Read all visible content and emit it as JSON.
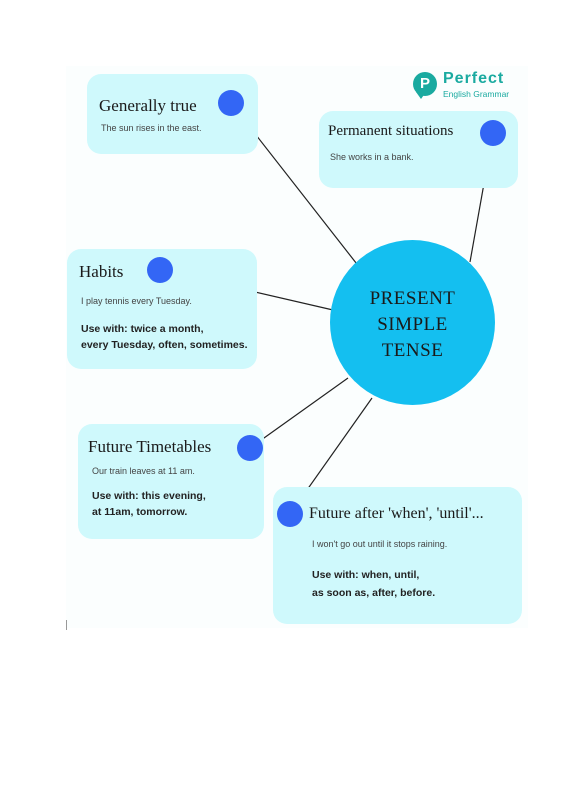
{
  "logo": {
    "badge_letter": "P",
    "brand": "Perfect",
    "sub": "English Grammar"
  },
  "center": {
    "lines": [
      "PRESENT",
      "SIMPLE",
      "TENSE"
    ]
  },
  "uses": [
    {
      "title": "Generally true",
      "example": "The sun rises in the east."
    },
    {
      "title": "Permanent situations",
      "example": "She works in a bank."
    },
    {
      "title": "Habits",
      "example": "I play tennis every Tuesday.",
      "use_with": [
        "Use with: twice a month,",
        "every Tuesday, often, sometimes."
      ]
    },
    {
      "title": "Future Timetables",
      "example": "Our train leaves at 11 am.",
      "use_with": [
        "Use with: this evening,",
        "at 11am, tomorrow."
      ]
    },
    {
      "title": "Future after 'when', 'until'...",
      "example": "I won't go out until it stops raining.",
      "use_with": [
        "Use with: when, until,",
        "as soon as, after, before."
      ]
    }
  ],
  "colors": {
    "card": "#cff9fc",
    "dot": "#3366f5",
    "hub": "#14bff0",
    "connector": "#222222",
    "brand": "#1aaaa0"
  }
}
